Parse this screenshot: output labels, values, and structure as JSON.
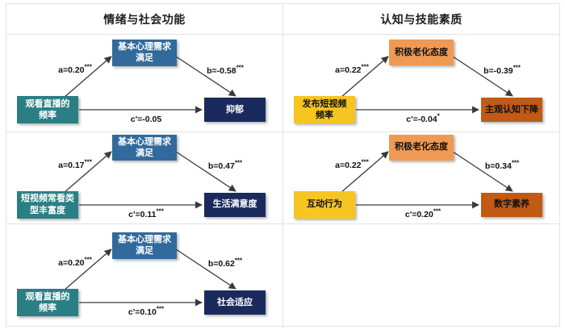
{
  "figure": {
    "column_headers": [
      "情绪与社会功能",
      "认知与技能素质"
    ]
  },
  "colors": {
    "teal": "#2A7F84",
    "steel_blue": "#316A9B",
    "navy": "#1A2A5C",
    "yellow": "#F7C522",
    "light_orange": "#EE9A54",
    "dark_orange": "#C05A15",
    "arrow": "#3A3A3A",
    "grid_line": "#E2E2E2"
  },
  "diagrams": [
    {
      "predictor": {
        "line1": "观看直播的",
        "line2": "频率",
        "color": "teal"
      },
      "mediator": {
        "line1": "基本心理需求",
        "line2": "满足",
        "color": "steel_blue"
      },
      "outcome": {
        "line1": "抑郁",
        "color": "navy"
      },
      "path_a": {
        "value": "a=0.20",
        "stars": "***"
      },
      "path_b": {
        "value": "b=-0.58",
        "stars": "***"
      },
      "path_c": {
        "value": "c'=-0.05",
        "stars": ""
      }
    },
    {
      "predictor": {
        "line1": "发布短视频",
        "line2": "频率",
        "color": "yellow"
      },
      "mediator": {
        "line1": "积极老化态度",
        "color": "light_orange"
      },
      "outcome": {
        "line1": "主观认知下降",
        "color": "dark_orange"
      },
      "path_a": {
        "value": "a=0.22",
        "stars": "***"
      },
      "path_b": {
        "value": "b=-0.39",
        "stars": "***"
      },
      "path_c": {
        "value": "c'=-0.04",
        "stars": "*"
      }
    },
    {
      "predictor": {
        "line1": "短视频常看类",
        "line2": "型丰富度",
        "color": "teal"
      },
      "mediator": {
        "line1": "基本心理需求",
        "line2": "满足",
        "color": "steel_blue"
      },
      "outcome": {
        "line1": "生活满意度",
        "color": "navy"
      },
      "path_a": {
        "value": "a=0.17",
        "stars": "***"
      },
      "path_b": {
        "value": "b=0.47",
        "stars": "***"
      },
      "path_c": {
        "value": "c'=0.11",
        "stars": "***"
      }
    },
    {
      "predictor": {
        "line1": "互动行为",
        "color": "yellow"
      },
      "mediator": {
        "line1": "积极老化态度",
        "color": "light_orange"
      },
      "outcome": {
        "line1": "数字素养",
        "color": "dark_orange"
      },
      "path_a": {
        "value": "a=0.22",
        "stars": "***"
      },
      "path_b": {
        "value": "b=0.34",
        "stars": "***"
      },
      "path_c": {
        "value": "c'=0.20",
        "stars": "***"
      }
    },
    {
      "predictor": {
        "line1": "观看直播的",
        "line2": "频率",
        "color": "teal"
      },
      "mediator": {
        "line1": "基本心理需求",
        "line2": "满足",
        "color": "steel_blue"
      },
      "outcome": {
        "line1": "社会适应",
        "color": "navy"
      },
      "path_a": {
        "value": "a=0.20",
        "stars": "***"
      },
      "path_b": {
        "value": "b=0.62",
        "stars": "***"
      },
      "path_c": {
        "value": "c'=0.10",
        "stars": "***"
      }
    }
  ]
}
